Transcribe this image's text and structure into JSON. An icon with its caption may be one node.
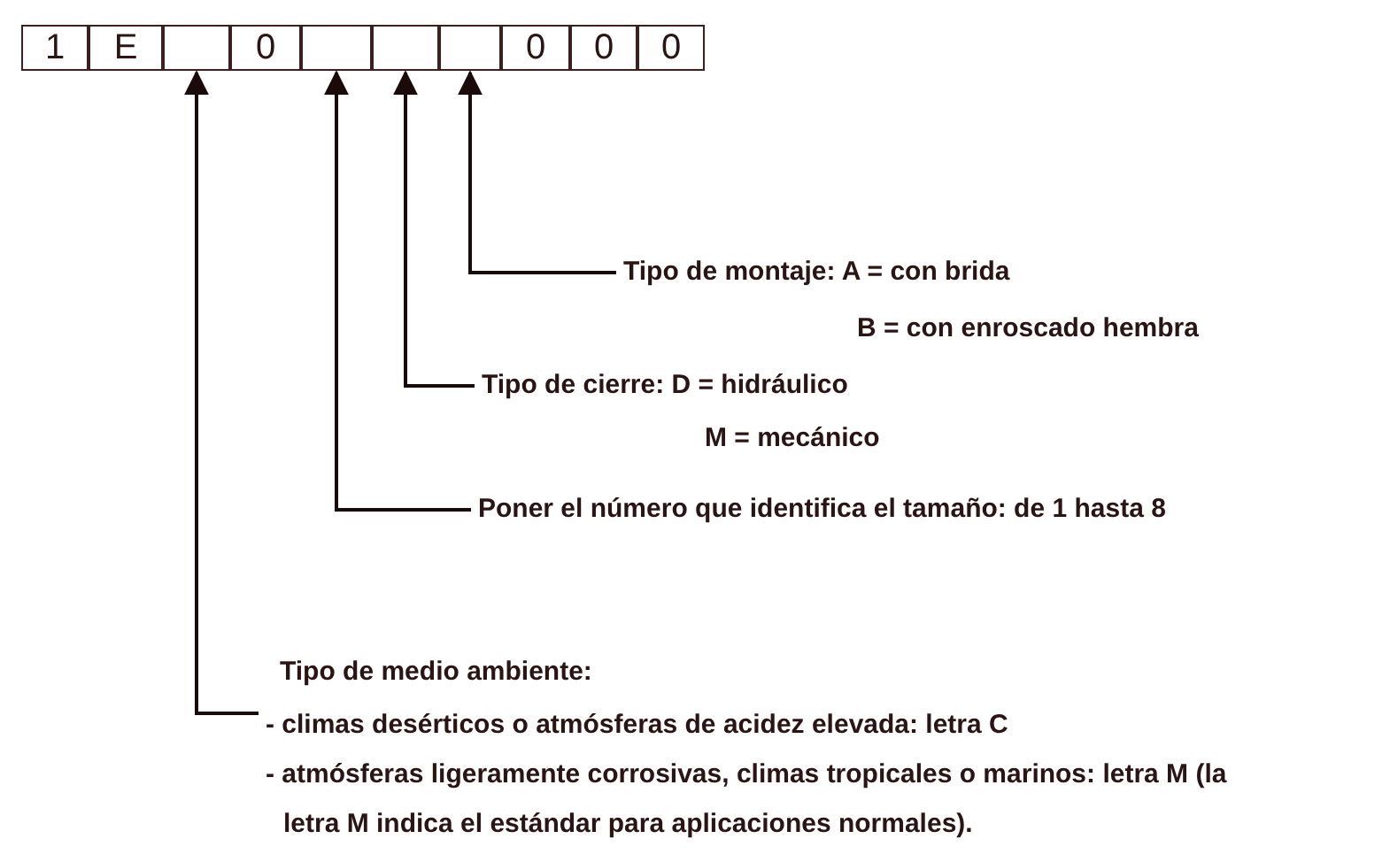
{
  "diagram": {
    "nodes": [
      {
        "text": [
          "1"
        ]
      },
      {
        "text": [
          "E"
        ]
      },
      {
        "text": [],
        "shape": "box"
      },
      {
        "text": [
          "0"
        ]
      },
      {
        "text": [],
        "shape": "box"
      },
      {
        "text": [],
        "shape": "box"
      },
      {
        "text": [],
        "shape": "box"
      },
      {
        "text": [
          "0"
        ]
      },
      {
        "text": [
          "0"
        ]
      },
      {
        "text": [
          "0"
        ]
      },
      {
        "text": [
          "Tipo de montaje: A = con brida",
          "B = con enroscado hembra"
        ]
      },
      {
        "text": [
          "Tipo de cierre: D = hidráulico",
          "M = mecánico"
        ]
      },
      {
        "text": [
          "Poner el número que identifica el tamaño: de 1 hasta 8"
        ]
      },
      {
        "text": [
          "Tipo de medio ambiente:",
          "- climas desérticos o atmósferas de acidez elevada: letra C",
          "- atmósferas ligeramente corrosivas, climas tropicales o marinos: letra M (la letra M indica el estándar para aplicaciones normales)."
        ]
      }
    ],
    "edges": [
      {
        "from": 10,
        "to": 6,
        "arrow": "to"
      },
      {
        "from": 11,
        "to": 5,
        "arrow": "to"
      },
      {
        "from": 12,
        "to": 4,
        "arrow": "to"
      },
      {
        "from": 13,
        "to": 2,
        "arrow": "to"
      }
    ]
  }
}
